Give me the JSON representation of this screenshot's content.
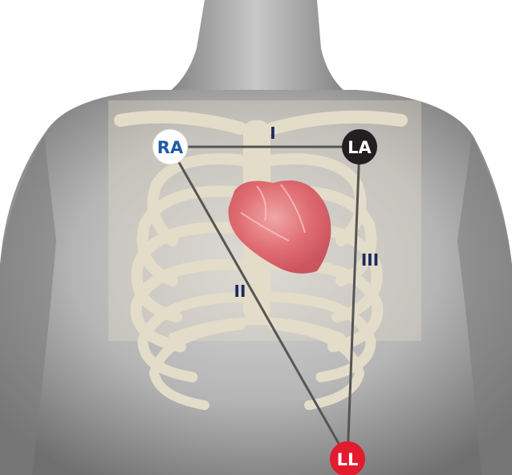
{
  "electrodes": {
    "ra": {
      "label": "RA",
      "fill": "#ffffff",
      "text_color": "#1f5aa6"
    },
    "la": {
      "label": "LA",
      "fill": "#231f20",
      "text_color": "#ffffff"
    },
    "ll": {
      "label": "LL",
      "fill": "#e31b2e",
      "text_color": "#ffffff"
    }
  },
  "leads": {
    "i": {
      "label": "I"
    },
    "ii": {
      "label": "II"
    },
    "iii": {
      "label": "III"
    }
  },
  "colors": {
    "lead_line": "#555555",
    "lead_label": "#1b2a5c",
    "skin": "#9a9a9a",
    "bone": "#e3dcc8",
    "heart": "#e0505a"
  }
}
